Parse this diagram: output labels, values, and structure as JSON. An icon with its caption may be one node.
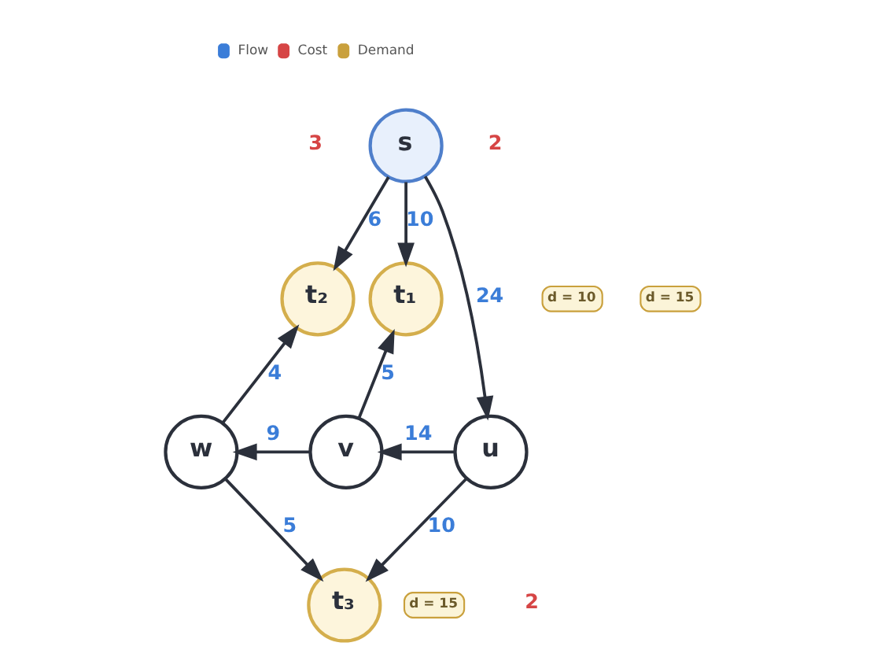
{
  "diagram": {
    "nodes": [
      {
        "text": [
          "s"
        ]
      },
      {
        "text": [
          "t₂"
        ]
      },
      {
        "text": [
          "t₁"
        ]
      },
      {
        "text": [
          "w"
        ]
      },
      {
        "text": [
          "v"
        ]
      },
      {
        "text": [
          "u"
        ]
      },
      {
        "text": [
          "t₃"
        ]
      }
    ],
    "edges": [
      {
        "from": 0,
        "to": 1,
        "arrow": "to",
        "label": "6"
      },
      {
        "from": 0,
        "to": 2,
        "arrow": "to",
        "label": "10"
      },
      {
        "from": 0,
        "to": 5,
        "arrow": "to",
        "label": "24"
      },
      {
        "from": 4,
        "to": 2,
        "arrow": "to",
        "label": "5"
      },
      {
        "from": 5,
        "to": 4,
        "arrow": "to",
        "label": "14"
      },
      {
        "from": 4,
        "to": 3,
        "arrow": "to",
        "label": "9"
      },
      {
        "from": 3,
        "to": 1,
        "arrow": "to",
        "label": "4"
      },
      {
        "from": 3,
        "to": 6,
        "arrow": "to",
        "label": "5"
      },
      {
        "from": 5,
        "to": 6,
        "arrow": "to",
        "label": "10"
      }
    ],
    "labels": [
      "3",
      "2",
      "d = 15",
      "d = 10",
      "d = 15",
      "2"
    ],
    "legend": [
      {
        "text": "Flow",
        "color": "#3b7dd8"
      },
      {
        "text": "Cost",
        "color": "#d64545"
      },
      {
        "text": "Demand",
        "color": "#c9a03c"
      }
    ]
  }
}
